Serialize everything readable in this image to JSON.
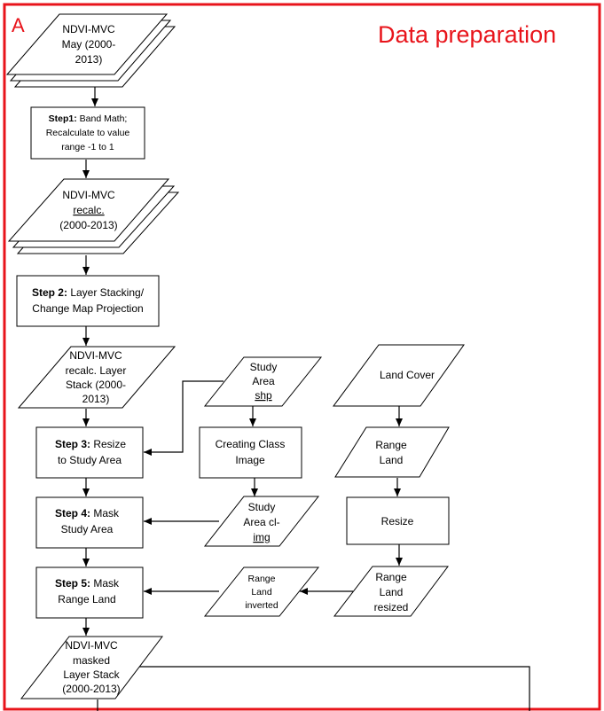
{
  "panel": {
    "letter": "A",
    "title": "Data preparation"
  },
  "colors": {
    "frame": "#e8141b",
    "stroke": "#000000"
  },
  "nodes": {
    "ndvi_may": {
      "lines": [
        "NDVI-MVC",
        "May (2000-",
        "2013)"
      ]
    },
    "step1": {
      "bold": "Step1:",
      "rest": " Band Math;",
      "lines": [
        "Recalculate to value",
        "range -1 to 1"
      ]
    },
    "ndvi_recalc": {
      "line1": "NDVI-MVC",
      "line2": "recalc.",
      "line3": "(2000-2013)"
    },
    "step2": {
      "bold": "Step 2:",
      "rest": " Layer Stacking/",
      "line2": "Change Map Projection"
    },
    "ndvi_stack": {
      "lines": [
        "NDVI-MVC",
        "recalc. Layer",
        "Stack (2000-",
        "2013)"
      ]
    },
    "step3": {
      "bold": "Step 3:",
      "rest": " Resize",
      "line2": "to Study Area"
    },
    "study_shp": {
      "line1": "Study",
      "line2": "Area",
      "line3": "shp"
    },
    "class_img": {
      "lines": [
        "Creating Class",
        "Image"
      ]
    },
    "land_cover": {
      "label": "Land Cover"
    },
    "range_land": {
      "lines": [
        "Range",
        "Land"
      ]
    },
    "step4": {
      "bold": "Step 4:",
      "rest": " Mask",
      "line2": "Study Area"
    },
    "study_climg": {
      "line1": "Study",
      "line2": "Area cl-",
      "line3": "img"
    },
    "resize": {
      "label": "Resize"
    },
    "step5": {
      "bold": "Step 5:",
      "rest": " Mask",
      "line2": "Range Land"
    },
    "range_inverted": {
      "lines": [
        "Range",
        "Land",
        "inverted"
      ]
    },
    "range_resized": {
      "lines": [
        "Range",
        "Land",
        "resized"
      ]
    },
    "ndvi_masked": {
      "lines": [
        "NDVI-MVC",
        "masked",
        "Layer Stack",
        "(2000-2013)"
      ]
    }
  }
}
